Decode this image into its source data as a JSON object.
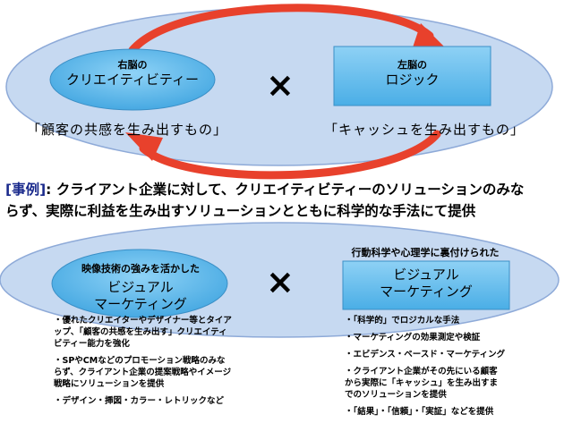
{
  "top": {
    "left_node": {
      "line1": "右脳の",
      "line2": "クリエイティビティー"
    },
    "right_node": {
      "line1": "左脳の",
      "line2": "ロジック"
    },
    "cross": "×",
    "left_quote": "「顧客の共感を生み出すもの」",
    "right_quote": "「キャッシュを生み出すもの」"
  },
  "example": {
    "tag": "[事例]",
    "line1": ": クライアント企業に対して、クリエイティビティーのソリューションのみな",
    "line2": "らず、実際に利益を生み出すソリューションとともに科学的な手法にて提供"
  },
  "bottom": {
    "left_caption": "映像技術の強みを活かした",
    "left_node": {
      "line1": "ビジュアル",
      "line2": "マーケティング"
    },
    "cross": "×",
    "right_caption": "行動科学や心理学に裏付けられた",
    "right_node": {
      "line1": "ビジュアル",
      "line2": "マーケティング"
    },
    "left_bullets": [
      "・優れたクリエイターやデザイナー等とタイアップ、「顧客の共感を生み出す」クリエイティビティー能力を強化",
      "・SPやCMなどのプロモーション戦略のみならず、クライアント企業の提案戦略やイメージ戦略にソリューションを提供",
      "・デザイン・挿図・カラー・レトリックなど"
    ],
    "right_bullets": [
      "・「科学的」でロジカルな手法",
      "・マーケティングの効果測定や検証",
      "・エビデンス・ベースド・マーケティング",
      "・クライアント企業がその先にいる顧客から実際に「キャッシュ」を生み出すまでのソリューションを提供",
      "・「結果」・「信頼」・「実証」などを提供"
    ]
  },
  "colors": {
    "ellipse": "#c6d9f1",
    "ellipse_border": "#8eaad8",
    "node": "#5cb7e8",
    "node_border": "#3a8fc6",
    "arrow": "#e8412c"
  }
}
